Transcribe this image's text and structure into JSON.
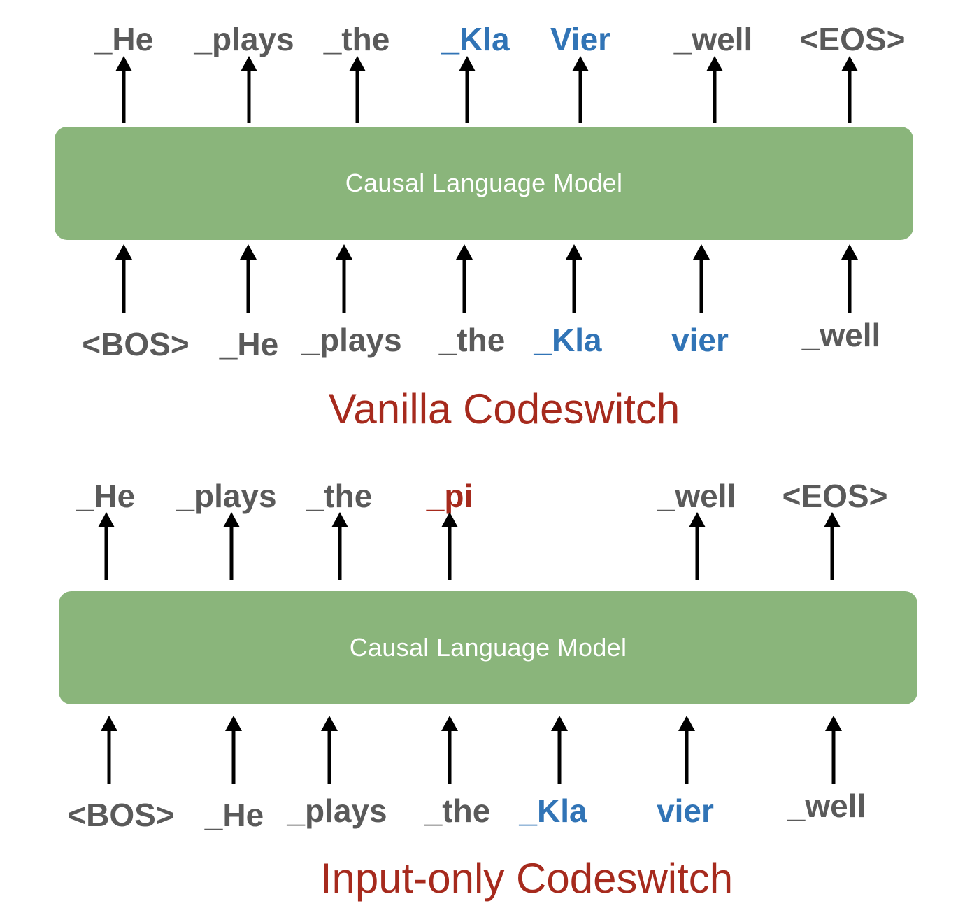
{
  "panels": [
    {
      "caption": "Vanilla Codeswitch",
      "model_label": "Causal Language Model",
      "outputs": [
        {
          "text": "_He",
          "color": "gray"
        },
        {
          "text": "_plays",
          "color": "gray"
        },
        {
          "text": "_the",
          "color": "gray"
        },
        {
          "text": "_Kla",
          "color": "blue"
        },
        {
          "text": "Vier",
          "color": "blue"
        },
        {
          "text": "_well",
          "color": "gray"
        },
        {
          "text": "<EOS>",
          "color": "gray"
        }
      ],
      "inputs": [
        {
          "text": "<BOS>",
          "color": "gray"
        },
        {
          "text": "_He",
          "color": "gray"
        },
        {
          "text": "_plays",
          "color": "gray"
        },
        {
          "text": "_the",
          "color": "gray"
        },
        {
          "text": "_Kla",
          "color": "blue"
        },
        {
          "text": "vier",
          "color": "blue"
        },
        {
          "text": "_well",
          "color": "gray"
        }
      ]
    },
    {
      "caption": "Input-only Codeswitch",
      "model_label": "Causal Language Model",
      "outputs": [
        {
          "text": "_He",
          "color": "gray"
        },
        {
          "text": "_plays",
          "color": "gray"
        },
        {
          "text": "_the",
          "color": "gray"
        },
        {
          "text": "_pi",
          "color": "red"
        },
        {
          "text": "_well",
          "color": "gray"
        },
        {
          "text": "<EOS>",
          "color": "gray"
        }
      ],
      "inputs": [
        {
          "text": "<BOS>",
          "color": "gray"
        },
        {
          "text": "_He",
          "color": "gray"
        },
        {
          "text": "_plays",
          "color": "gray"
        },
        {
          "text": "_the",
          "color": "gray"
        },
        {
          "text": "_Kla",
          "color": "blue"
        },
        {
          "text": "vier",
          "color": "blue"
        },
        {
          "text": "_well",
          "color": "gray"
        }
      ]
    }
  ],
  "colors": {
    "box": "#8ab57b",
    "token_gray": "#5a5a5a",
    "token_blue": "#3174b6",
    "token_red": "#a62a1d",
    "arrow": "#000000"
  }
}
